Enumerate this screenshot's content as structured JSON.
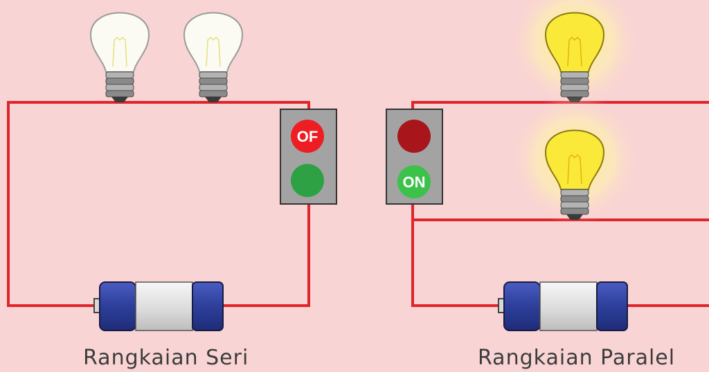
{
  "colors": {
    "background": "#f9d4d4",
    "wire": "#e0242c",
    "switch_box": "#a3a3a3",
    "off_active": "#ee1d24",
    "off_inactive": "#a8151b",
    "on_active": "#3cc24a",
    "on_inactive": "#2ea144",
    "bulb_off_glass": "#fbfbf4",
    "bulb_on_glass": "#fbe93a",
    "bulb_glow": "#fff27a",
    "battery_blue": "#2d3f9a",
    "battery_body": "#e4e4e4"
  },
  "series_circuit": {
    "caption": "Rangkaian Seri",
    "switch": {
      "off_label": "OF",
      "state": "off"
    },
    "bulbs": [
      {
        "lit": false
      },
      {
        "lit": false
      }
    ]
  },
  "parallel_circuit": {
    "caption": "Rangkaian Paralel",
    "switch": {
      "on_label": "ON",
      "state": "on"
    },
    "bulbs": [
      {
        "lit": true
      },
      {
        "lit": true
      }
    ]
  }
}
